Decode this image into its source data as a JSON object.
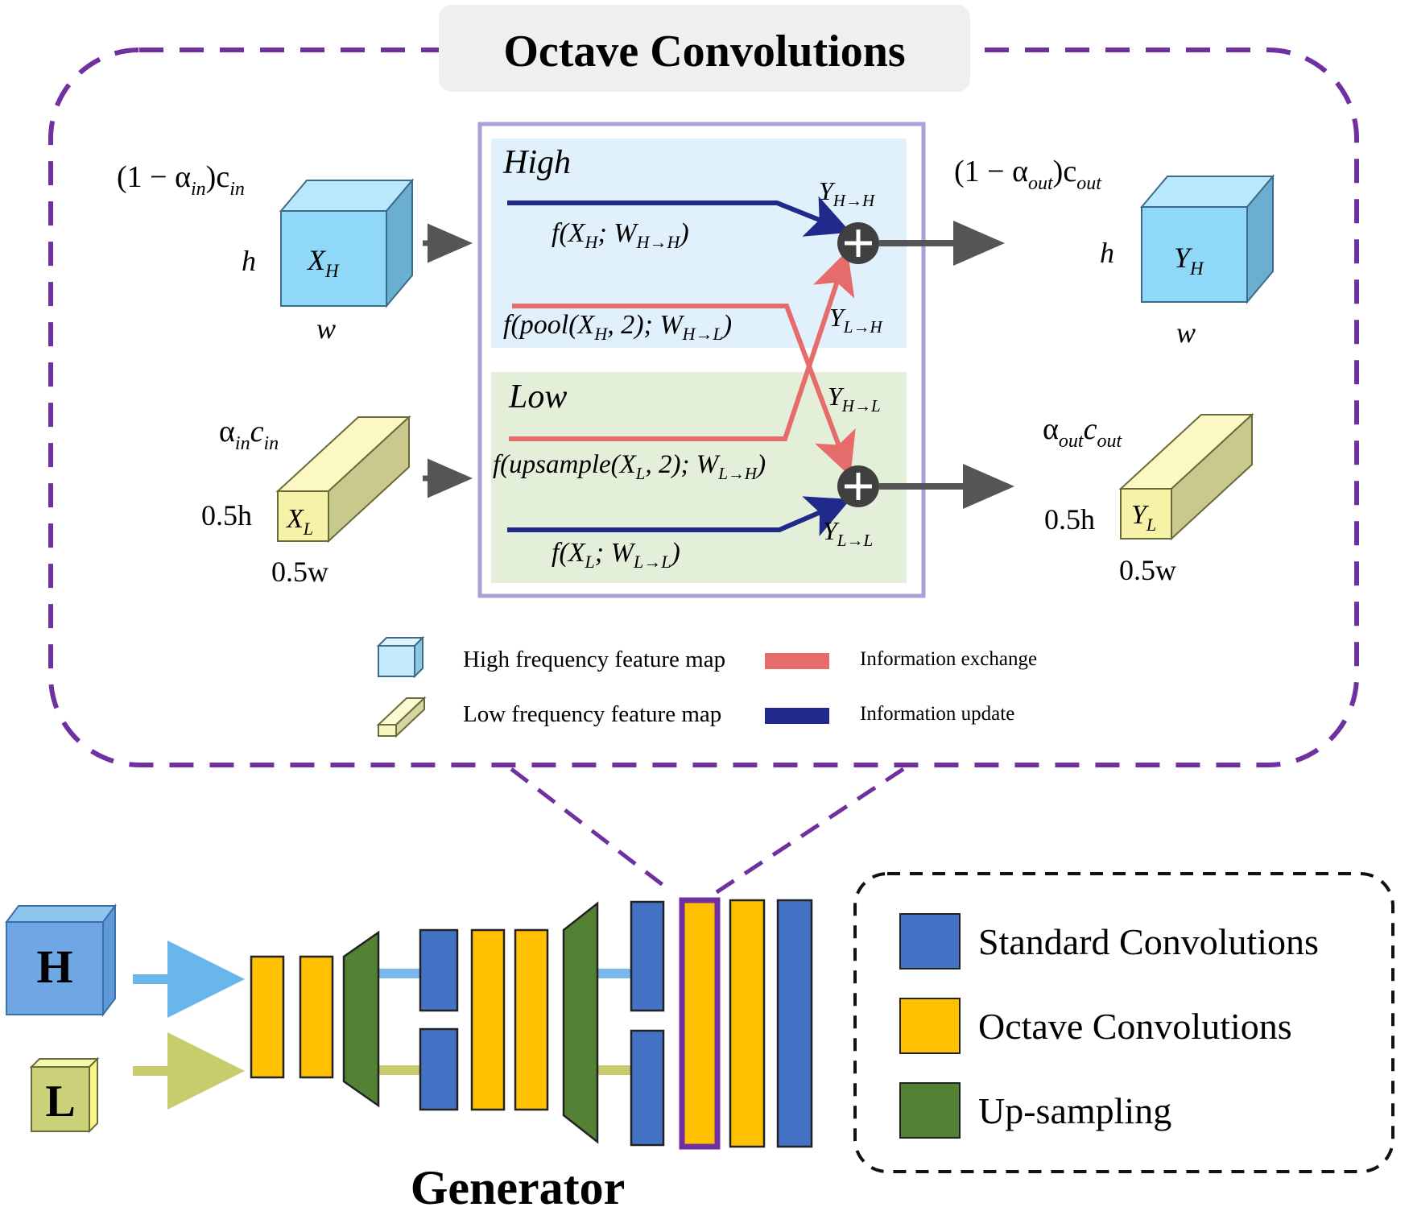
{
  "title": "Octave Convolutions",
  "input": {
    "high_channels": "(1 − α",
    "high_channels_sub": "in",
    "high_channels_tail": ")c",
    "high_channels_tail_sub": "in",
    "h": "h",
    "w": "w",
    "high_cube": "X",
    "high_cube_sub": "H",
    "low_channels": "α",
    "low_channels_sub": "in",
    "low_channels_tail": "c",
    "low_channels_tail_sub": "in",
    "half_h": "0.5h",
    "half_w": "0.5w",
    "low_cube": "X",
    "low_cube_sub": "L"
  },
  "output": {
    "high_channels": "(1 − α",
    "high_channels_sub": "out",
    "high_channels_tail": ")c",
    "high_channels_tail_sub": "out",
    "h": "h",
    "w": "w",
    "high_cube": "Y",
    "high_cube_sub": "H",
    "low_channels": "α",
    "low_channels_sub": "out",
    "low_channels_tail": "c",
    "low_channels_tail_sub": "out",
    "half_h": "0.5h",
    "half_w": "0.5w",
    "low_cube": "Y",
    "low_cube_sub": "L"
  },
  "block": {
    "high_label": "High",
    "low_label": "Low",
    "f_hh": "f(X",
    "f_hh_sub1": "H",
    "f_hh_mid": "; W",
    "f_hh_sub2": "H→H",
    "f_hh_end": ")",
    "f_hl": "f(pool(X",
    "f_hl_sub1": "H",
    "f_hl_mid": ", 2); W",
    "f_hl_sub2": "H→L",
    "f_hl_end": ")",
    "f_lh": "f(upsample(X",
    "f_lh_sub1": "L",
    "f_lh_mid": ", 2); W",
    "f_lh_sub2": "L→H",
    "f_lh_end": ")",
    "f_ll": "f(X",
    "f_ll_sub1": "L",
    "f_ll_mid": "; W",
    "f_ll_sub2": "L→L",
    "f_ll_end": ")",
    "y_hh": "Y",
    "y_hh_sub": "H→H",
    "y_lh": "Y",
    "y_lh_sub": "L→H",
    "y_hl": "Y",
    "y_hl_sub": "H→L",
    "y_ll": "Y",
    "y_ll_sub": "L→L"
  },
  "legend_top": {
    "high_map": "High frequency feature map",
    "low_map": "Low frequency feature map",
    "exchange": "Information exchange",
    "update": "Information update"
  },
  "generator": {
    "label": "Generator",
    "input_h": "H",
    "input_l": "L"
  },
  "legend_bottom": {
    "standard": "Standard Convolutions",
    "octave": "Octave Convolutions",
    "upsampling": "Up-sampling"
  },
  "colors": {
    "frame_purple": "#7030a0",
    "high_blue": "#8fd8f8",
    "low_yellow": "#f6f3a8",
    "exchange_red": "#e66b6b",
    "update_navy": "#1f2a8a",
    "standard_blue": "#4472c4",
    "octave_yellow": "#ffc000",
    "upsampling_green": "#548235"
  }
}
